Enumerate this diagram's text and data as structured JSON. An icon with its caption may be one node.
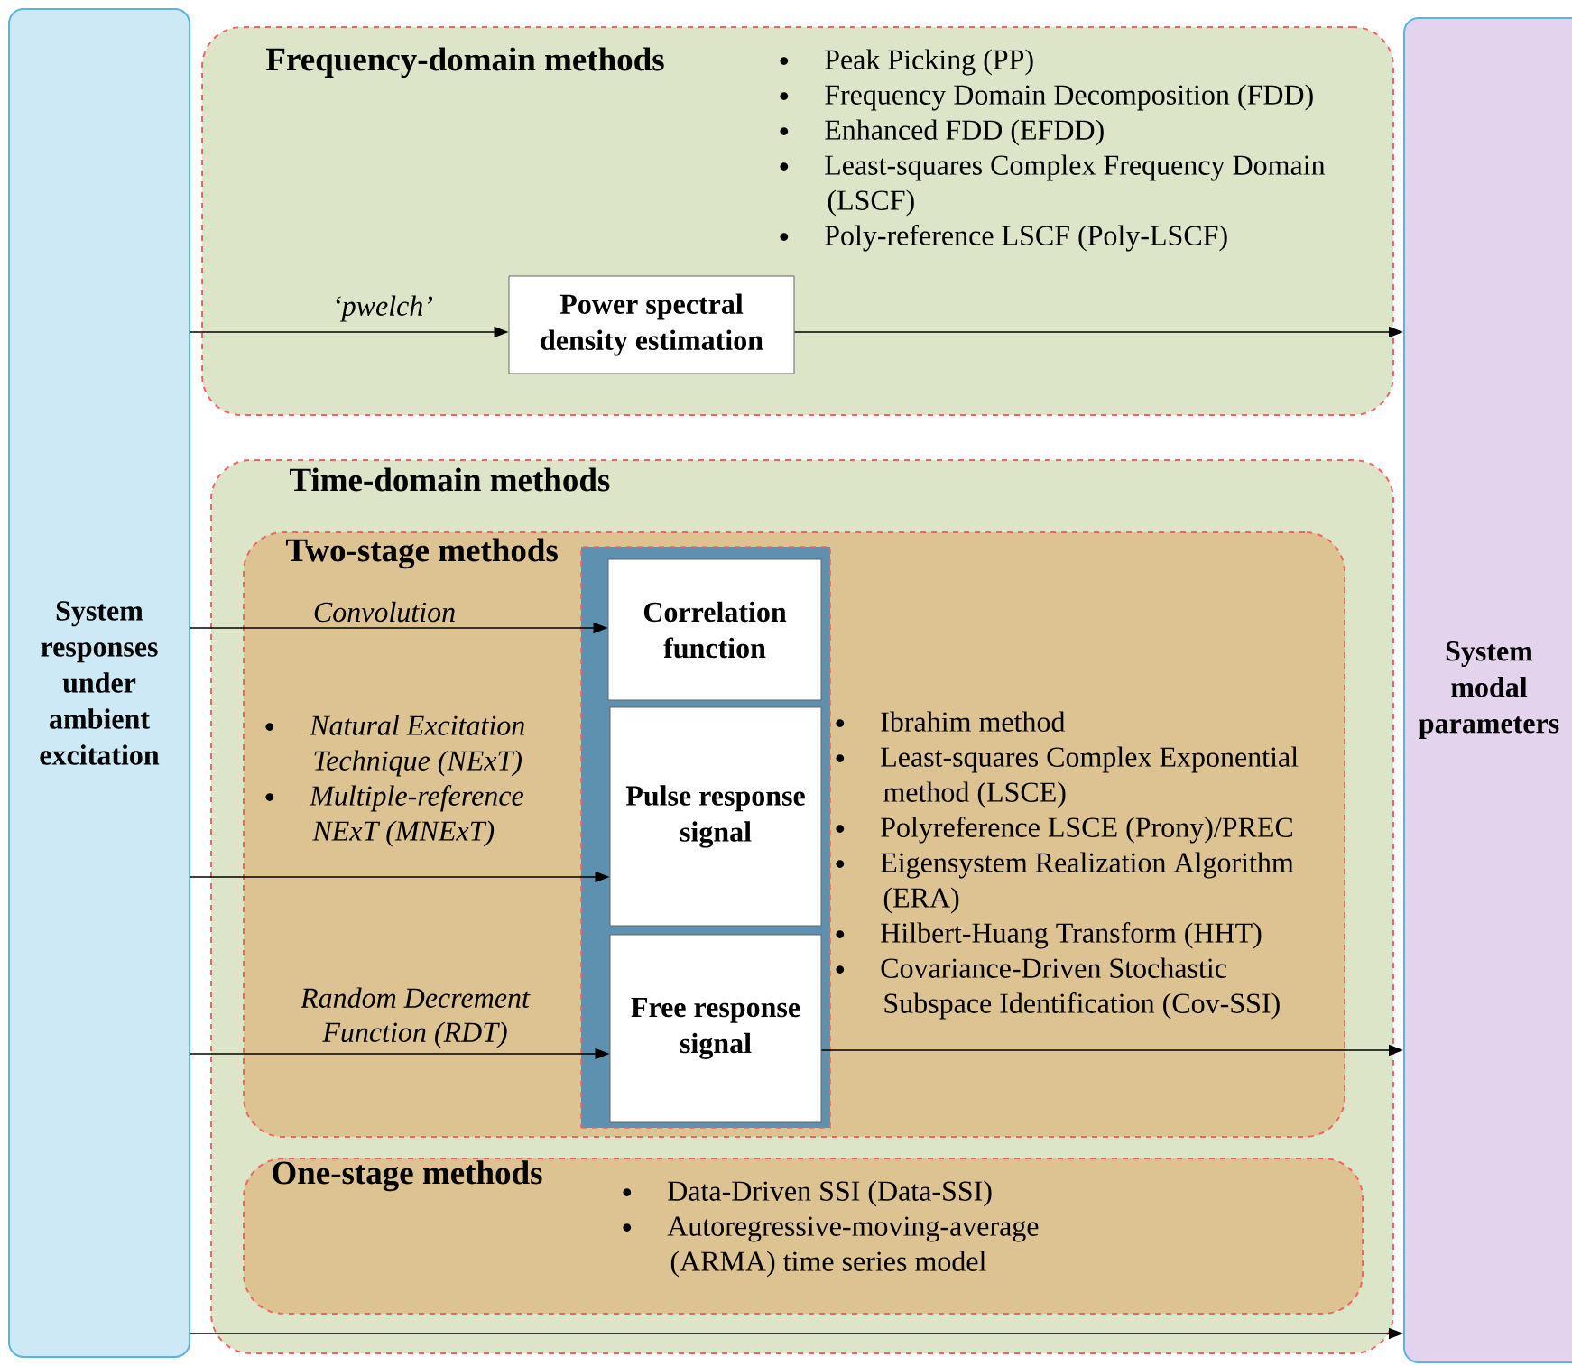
{
  "diagram": {
    "nodes": [
      {
        "text": [
          "System responses under ambient excitation"
        ]
      },
      {
        "text": [
          "System modal parameters"
        ]
      },
      {
        "text": [
          "Frequency-domain methods",
          "Peak Picking (PP)",
          "Frequency Domain Decomposition (FDD)",
          "Enhanced FDD (EFDD)",
          "Least-squares Complex Frequency Domain (LSCF)",
          "Poly-reference LSCF (Poly-LSCF)"
        ]
      },
      {
        "text": [
          "Power spectral density estimation"
        ],
        "in": 2
      },
      {
        "text": [
          "Time-domain methods"
        ]
      },
      {
        "text": [
          "Two-stage methods",
          "Natural Excitation Technique (NExT)",
          "Multiple-reference NExT (MNExT)",
          "Ibrahim method",
          "Least-squares Complex Exponential method (LSCE)",
          "Polyreference LSCE (Prony)/PREC",
          "Eigensystem Realization Algorithm (ERA)",
          "Hilbert-Huang Transform (HHT)",
          "Covariance-Driven Stochastic Subspace Identification (Cov-SSI)"
        ],
        "in": 4
      },
      {
        "text": [],
        "shape": "box",
        "in": 5
      },
      {
        "text": [
          "Correlation function"
        ],
        "in": 6
      },
      {
        "text": [
          "Pulse response signal"
        ],
        "in": 6
      },
      {
        "text": [
          "Free response signal"
        ],
        "in": 6
      },
      {
        "text": [
          "One-stage methods",
          "Data-Driven SSI (Data-SSI)",
          "Autoregressive-moving-average (ARMA) time series model"
        ],
        "in": 4
      }
    ],
    "edges": [
      {
        "from": 0,
        "to": 3,
        "arrow": "to",
        "label": "‘pwelch’"
      },
      {
        "from": 3,
        "to": 1,
        "arrow": "to"
      },
      {
        "from": 0,
        "to": 7,
        "arrow": "to",
        "label": "Convolution"
      },
      {
        "from": 0,
        "to": 8,
        "arrow": "to"
      },
      {
        "from": 0,
        "to": 9,
        "arrow": "to",
        "label": "Random Decrement Function (RDT)"
      },
      {
        "from": 9,
        "to": 1,
        "arrow": "to"
      },
      {
        "from": 0,
        "to": 1,
        "arrow": "to"
      }
    ]
  }
}
